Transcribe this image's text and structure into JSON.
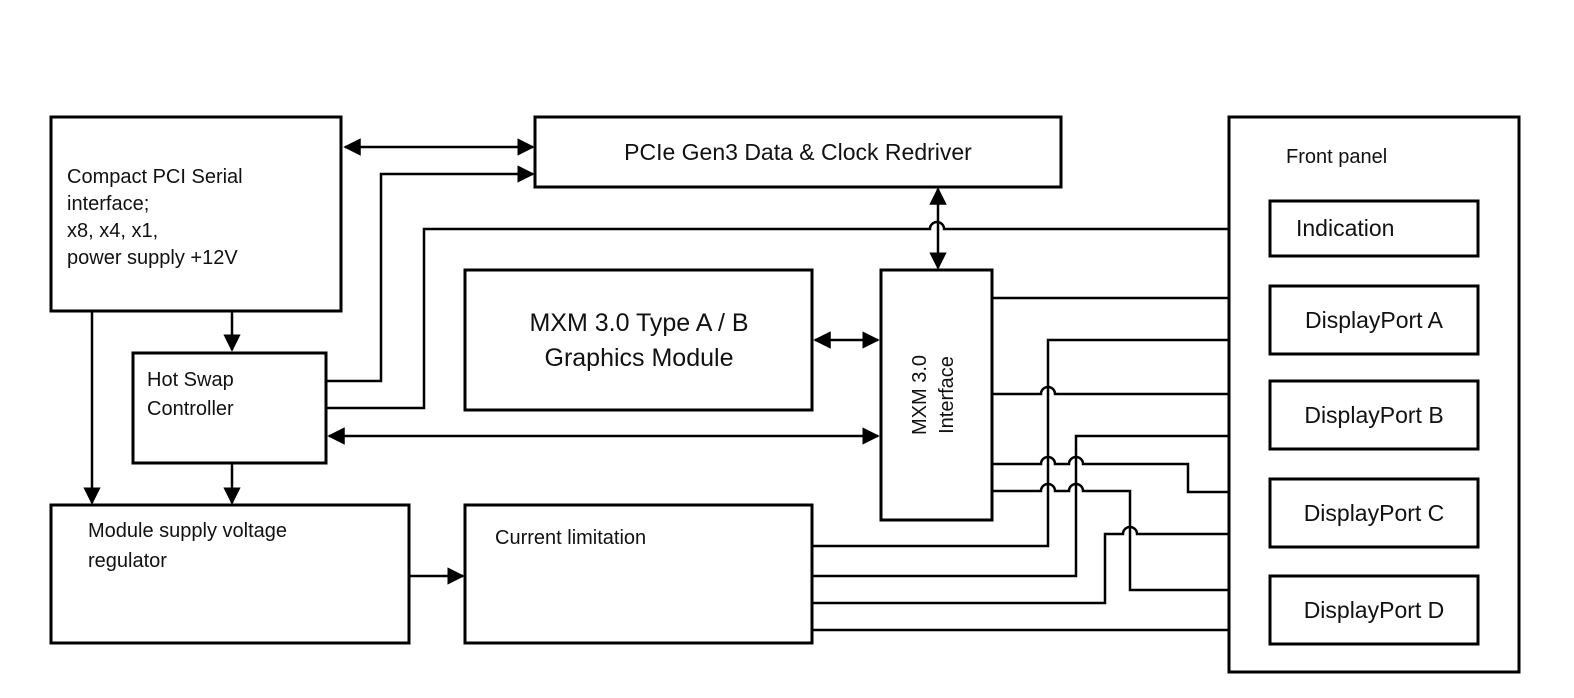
{
  "blocks": {
    "cpci": {
      "lines": [
        "Compact PCI Serial",
        "interface;",
        "x8, x4, x1,",
        "power supply +12V"
      ]
    },
    "redriver": {
      "label": "PCIe Gen3 Data & Clock Redriver"
    },
    "front_panel": {
      "label": "Front panel"
    },
    "indication": {
      "label": "Indication"
    },
    "dp_a": {
      "label": "DisplayPort A"
    },
    "dp_b": {
      "label": "DisplayPort B"
    },
    "dp_c": {
      "label": "DisplayPort C"
    },
    "dp_d": {
      "label": "DisplayPort D"
    },
    "mxm_module": {
      "lines": [
        "MXM 3.0 Type A / B",
        "Graphics Module"
      ]
    },
    "mxm_interface": {
      "lines": [
        "MXM 3.0",
        "Interface"
      ]
    },
    "hot_swap": {
      "lines": [
        "Hot Swap",
        "Controller"
      ]
    },
    "regulator": {
      "lines": [
        "Module supply voltage",
        "regulator"
      ]
    },
    "current_limit": {
      "label": "Current limitation"
    }
  },
  "colors": {
    "line": "#000000",
    "background": "#ffffff"
  }
}
